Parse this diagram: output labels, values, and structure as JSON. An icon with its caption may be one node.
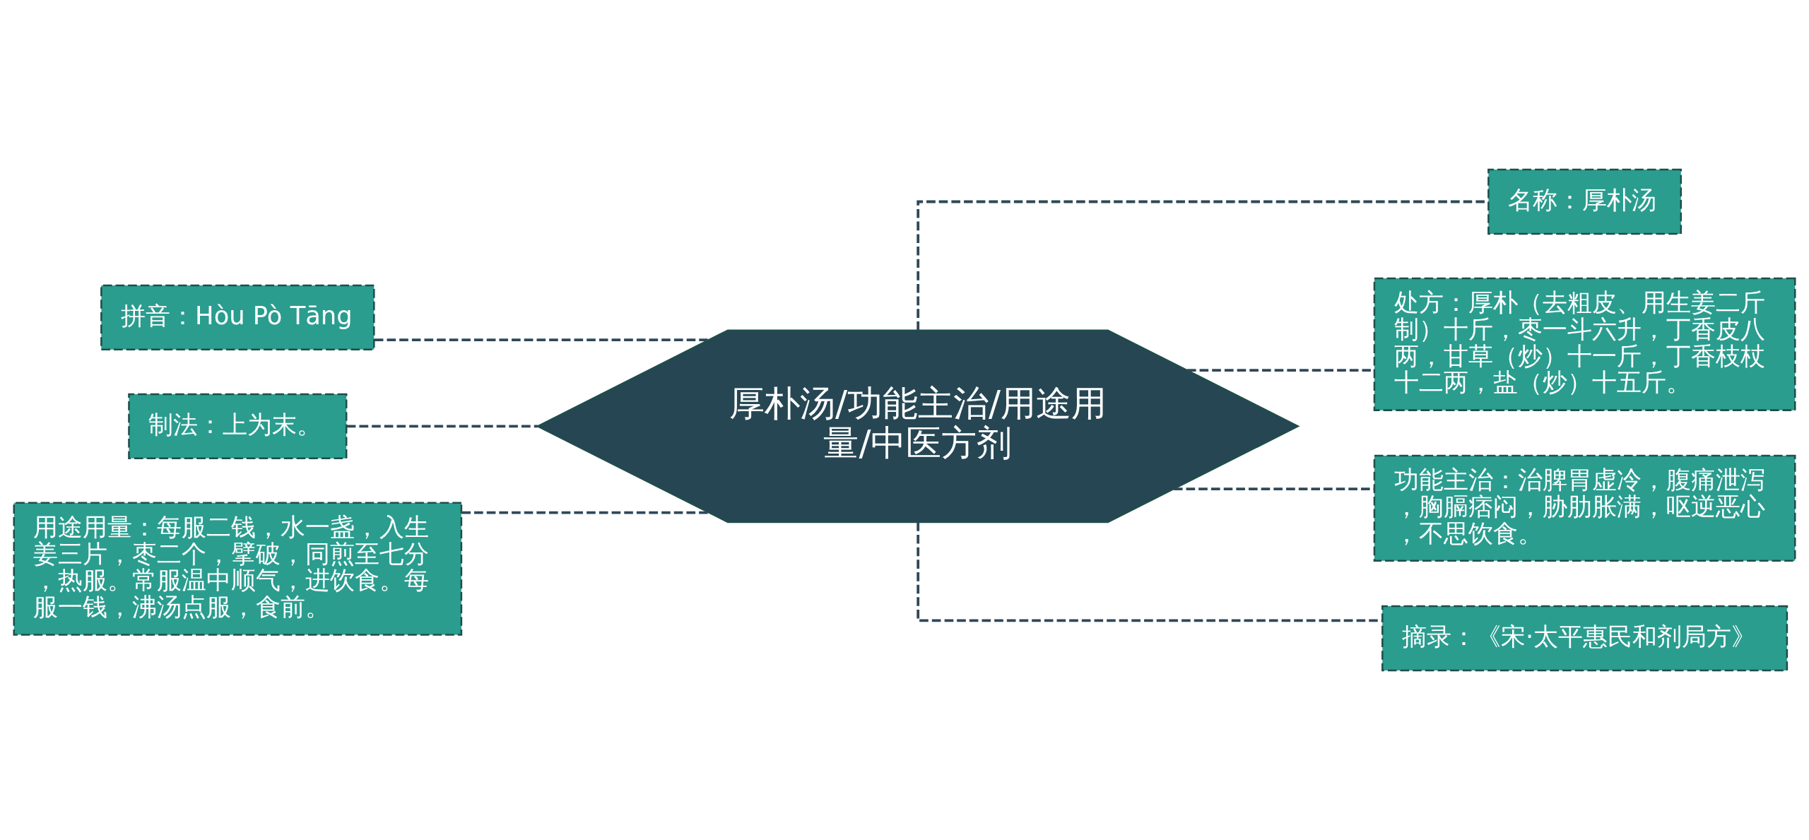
{
  "diagram": {
    "nodes": [
      {
        "text": [
          "厚朴汤/功能主治/用途用量/中医方剂"
        ]
      },
      {
        "text": [
          "拼音：Hòu Pò Tāng"
        ]
      },
      {
        "text": [
          "制法：上为末。"
        ]
      },
      {
        "text": [
          "用途用量：每服二钱，水一盏，入生姜三片，枣二个，擘破，同煎至七分，热服。常服温中顺气，进饮食。每服一钱，沸汤点服，食前。"
        ]
      },
      {
        "text": [
          "名称：厚朴汤"
        ]
      },
      {
        "text": [
          "处方：厚朴（去粗皮、用生姜二斤制）十斤，枣一斗六升，丁香皮八两，甘草（炒）十一斤，丁香枝杖十二两，盐（炒）十五斤。"
        ]
      },
      {
        "text": [
          "功能主治：治脾胃虚冷，腹痛泄泻，胸膈痞闷，胁肋胀满，呕逆恶心，不思饮食。"
        ]
      },
      {
        "text": [
          "摘录：《宋·太平惠民和剂局方》"
        ]
      }
    ],
    "edges": [
      {
        "from": 0,
        "to": 1,
        "arrow": "none",
        "style": "dashed"
      },
      {
        "from": 0,
        "to": 2,
        "arrow": "none",
        "style": "dashed"
      },
      {
        "from": 0,
        "to": 3,
        "arrow": "none",
        "style": "dashed"
      },
      {
        "from": 0,
        "to": 4,
        "arrow": "none",
        "style": "dashed"
      },
      {
        "from": 0,
        "to": 5,
        "arrow": "none",
        "style": "dashed"
      },
      {
        "from": 0,
        "to": 6,
        "arrow": "none",
        "style": "dashed"
      },
      {
        "from": 0,
        "to": 7,
        "arrow": "none",
        "style": "dashed"
      }
    ]
  }
}
